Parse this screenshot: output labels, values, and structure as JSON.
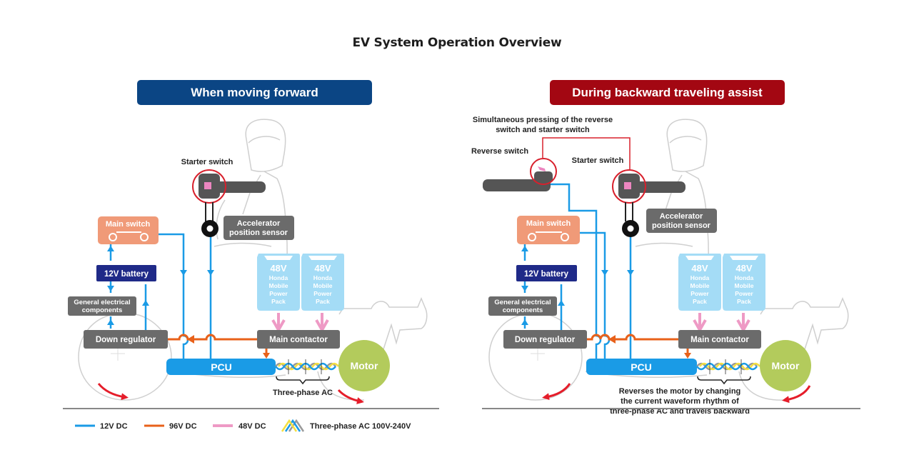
{
  "title": "EV System Operation Overview",
  "panels": {
    "forward": {
      "header": "When moving forward",
      "starter_switch": "Starter switch",
      "main_switch": "Main switch",
      "accelerator_line1": "Accelerator",
      "accelerator_line2": "position sensor",
      "battery_12v": "12V battery",
      "general_line1": "General electrical",
      "general_line2": "components",
      "down_regulator": "Down regulator",
      "pack_voltage": "48V",
      "pack_line1": "Honda",
      "pack_line2": "Mobile",
      "pack_line3": "Power",
      "pack_line4": "Pack",
      "main_contactor": "Main contactor",
      "pcu": "PCU",
      "motor": "Motor",
      "three_phase": "Three-phase AC"
    },
    "backward": {
      "header": "During backward traveling assist",
      "simultaneous_line1": "Simultaneous pressing of the reverse",
      "simultaneous_line2": "switch and starter switch",
      "reverse_switch": "Reverse switch",
      "starter_switch": "Starter switch",
      "main_switch": "Main switch",
      "accelerator_line1": "Accelerator",
      "accelerator_line2": "position sensor",
      "battery_12v": "12V battery",
      "general_line1": "General electrical",
      "general_line2": "components",
      "down_regulator": "Down regulator",
      "pack_voltage": "48V",
      "pack_line1": "Honda",
      "pack_line2": "Mobile",
      "pack_line3": "Power",
      "pack_line4": "Pack",
      "main_contactor": "Main contactor",
      "pcu": "PCU",
      "motor": "Motor",
      "reverse_note_line1": "Reverses the motor by changing",
      "reverse_note_line2": "the current waveform rhythm of",
      "reverse_note_line3": "three-phase AC and travels backward"
    }
  },
  "legend": [
    {
      "label": "12V DC",
      "color": "#1a9be6"
    },
    {
      "label": "96V DC",
      "color": "#e8611a"
    },
    {
      "label": "48V DC",
      "color": "#ee9ac5"
    },
    {
      "label": "Three-phase AC 100V-240V",
      "colors": [
        "#f5e040",
        "#1a9be6",
        "#9a9a9a"
      ]
    }
  ],
  "colors": {
    "forward_header": "#0b4584",
    "backward_header": "#a30712",
    "main_switch": "#f09a78",
    "battery_12v": "#1f2a88",
    "grey_box": "#6b6b6b",
    "power_pack": "#a4dcf6",
    "pcu": "#1a9be6",
    "motor": "#b3cb5c",
    "highlight_red": "#d8202c"
  }
}
